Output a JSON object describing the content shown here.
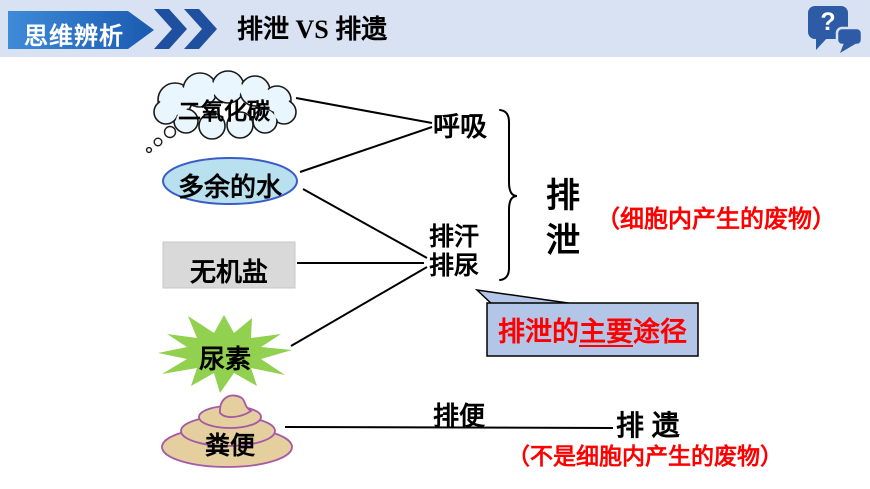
{
  "header": {
    "badge": "思维辨析",
    "title": "排泄 VS 排遗",
    "help_glyph": "?",
    "colors": {
      "bar": "#d9e2f2",
      "badge_start": "#3e8bd8",
      "badge_end": "#1a5ab0",
      "chevron": "#1f4f9f",
      "help_bubble": "#2e5ba5"
    }
  },
  "diagram": {
    "nodes": [
      {
        "id": "co2",
        "label": "二氧化碳",
        "shape": "thought-cloud",
        "fill": "#e9f6fd",
        "stroke": "#000000"
      },
      {
        "id": "excess-water",
        "label": "多余的水",
        "shape": "ellipse",
        "fill": "#b8e0ee",
        "stroke": "#3b5bc7"
      },
      {
        "id": "inorganic-salt",
        "label": "无机盐",
        "shape": "rectangle",
        "fill": "#d9d9d9",
        "stroke": "#c8c8c8"
      },
      {
        "id": "urea",
        "label": "尿素",
        "shape": "starburst",
        "fill": "#92d050",
        "stroke": "none"
      },
      {
        "id": "feces",
        "label": "粪便",
        "shape": "stool",
        "fill": "#e5cf9e",
        "stroke": "#a55aa5"
      }
    ],
    "routes": {
      "breathing": "呼吸",
      "sweating": "排汗",
      "urinating": "排尿",
      "defecating": "排便"
    },
    "excretion": {
      "term": "排泄",
      "note": "（细胞内产生的废物）"
    },
    "egestion": {
      "term": "排 遗",
      "note": "（不是细胞内产生的废物）"
    },
    "callout": {
      "prefix": "排泄的",
      "underlined": "主要",
      "suffix": "途径",
      "fill": "#b4c6e7"
    },
    "note_color": "#ff0000",
    "line_color": "#000000"
  }
}
